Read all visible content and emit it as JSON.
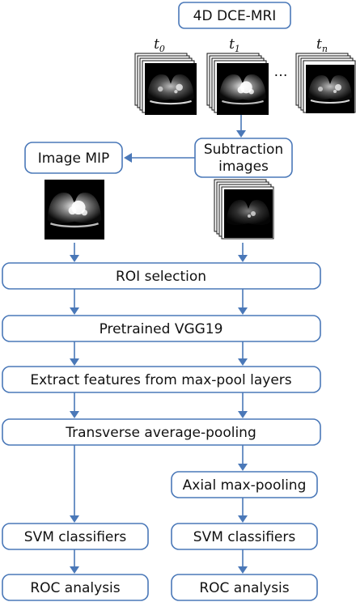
{
  "diagram": {
    "dce_mri_label": "4D DCE-MRI",
    "time_points": [
      {
        "base": "t",
        "sub": "0"
      },
      {
        "base": "t",
        "sub": "1"
      },
      {
        "base": "t",
        "sub": "n"
      }
    ],
    "ellipsis": "…",
    "image_mip_label": "Image MIP",
    "subtraction_label_line1": "Subtraction",
    "subtraction_label_line2": "images",
    "roi_label": "ROI selection",
    "vgg_label": "Pretrained VGG19",
    "extract_label": "Extract features from max-pool layers",
    "transverse_label": "Transverse average-pooling",
    "axial_label": "Axial max-pooling",
    "svm_left_label": "SVM classifiers",
    "svm_right_label": "SVM classifiers",
    "roc_left_label": "ROC analysis",
    "roc_right_label": "ROC analysis"
  }
}
